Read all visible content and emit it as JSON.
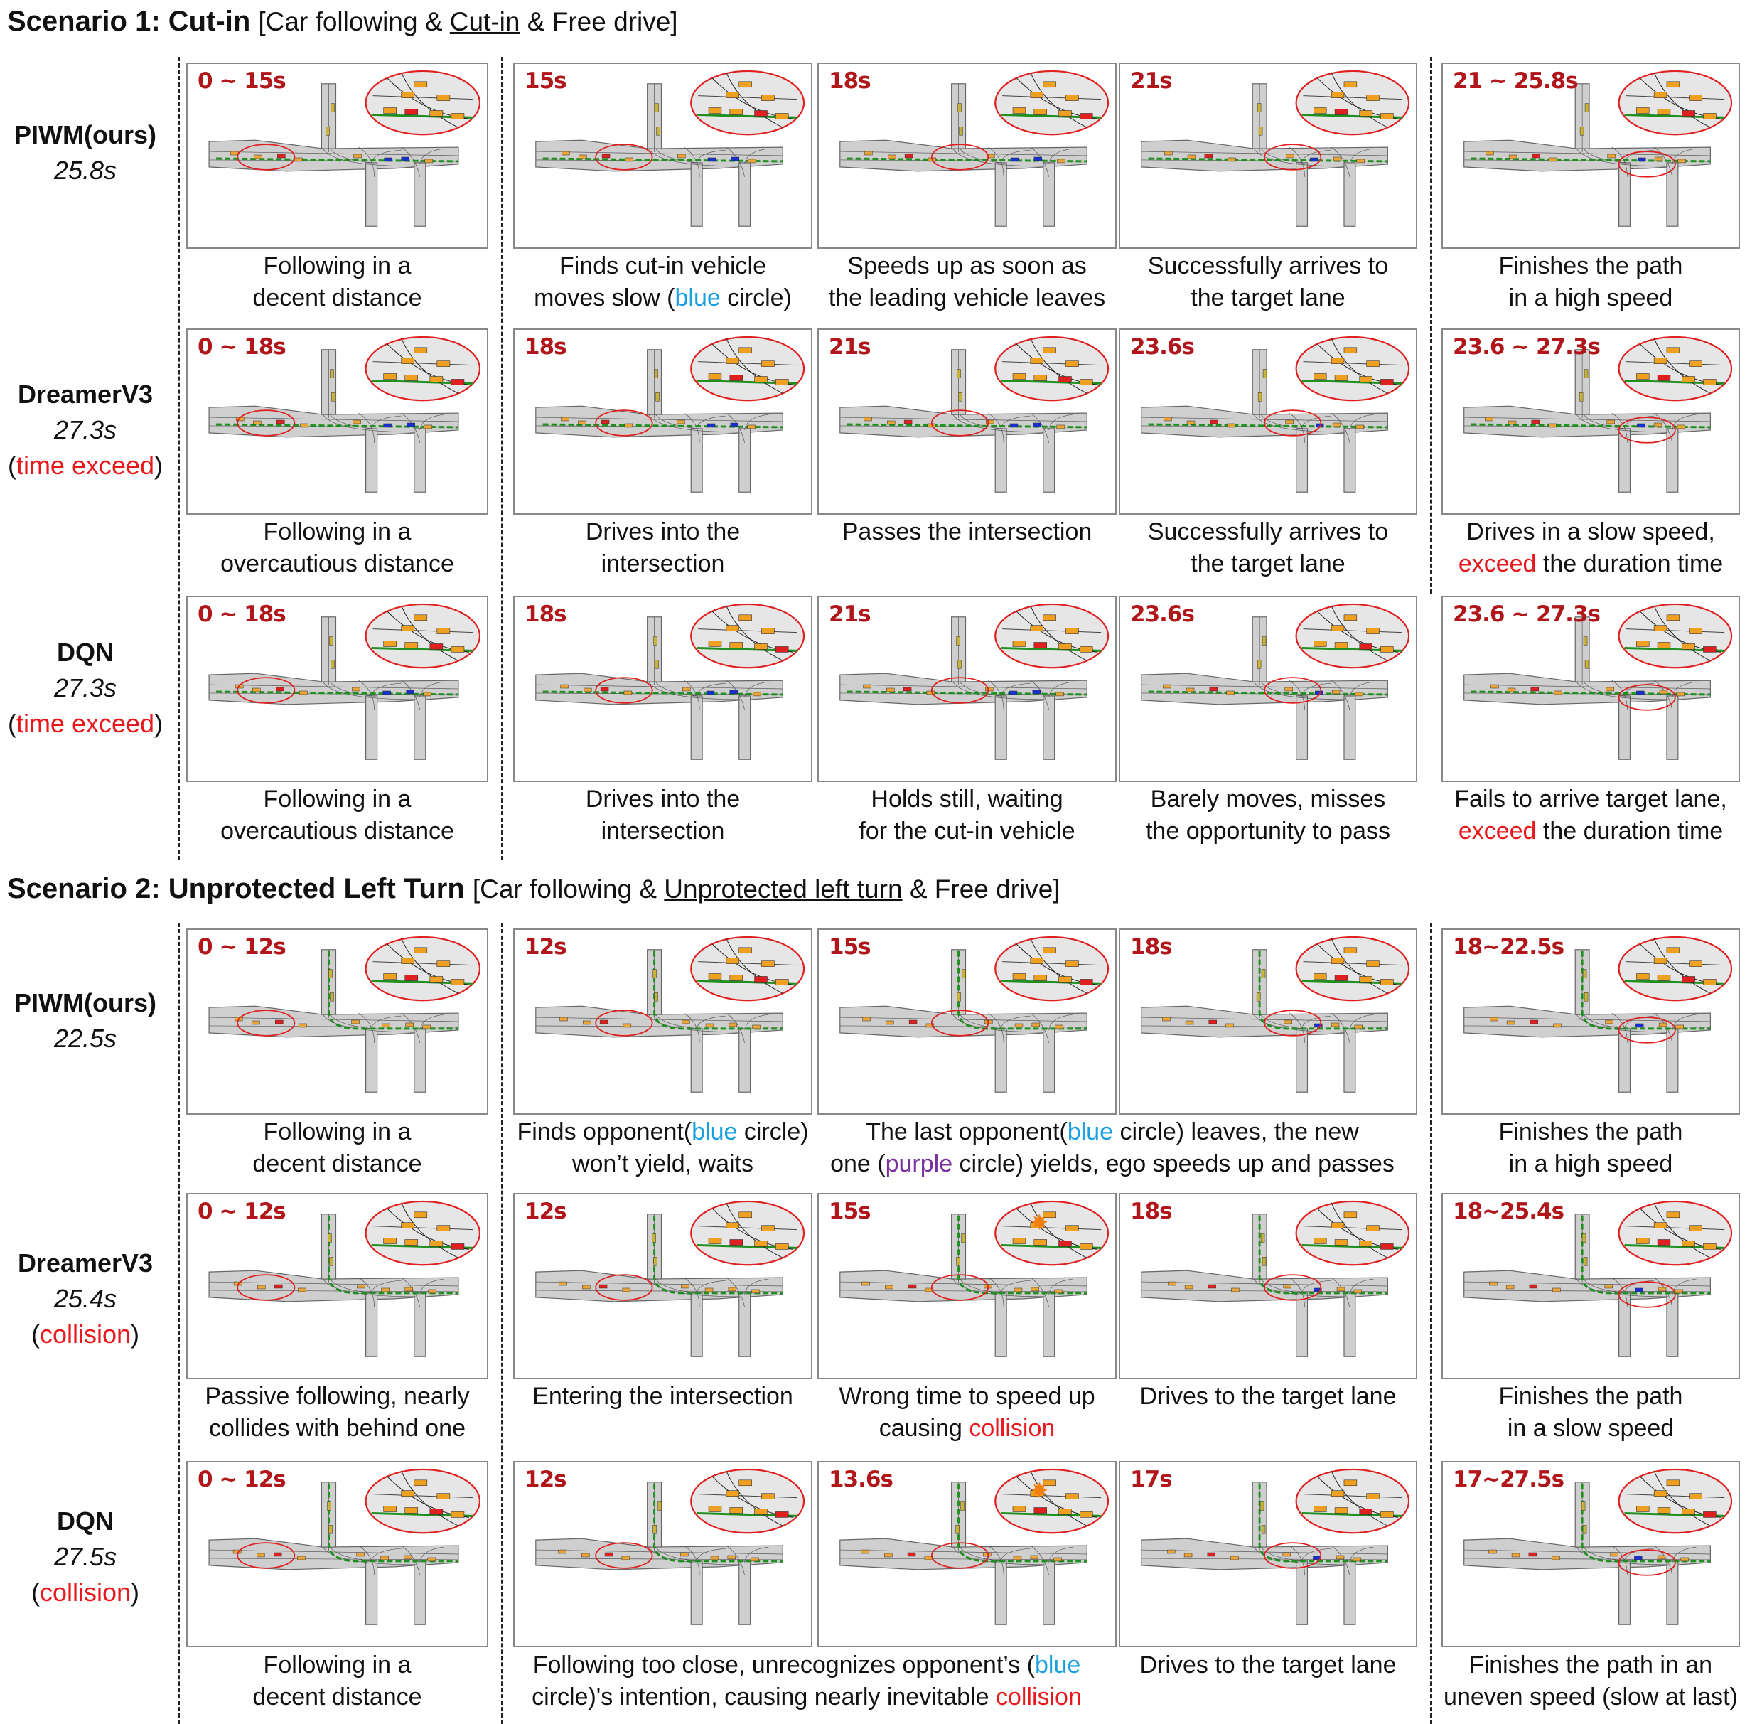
{
  "colors": {
    "accent_red": "#e8181d",
    "label_red": "#b0161a",
    "blue": "#1aa0e0",
    "purple": "#7a2f9f",
    "ego": "#e02020",
    "lane_green": "#1f8f1f"
  },
  "icons": {
    "collision": "explosion-icon",
    "highlight_circle": "ellipse-icon"
  },
  "scenario1": {
    "title": "Scenario 1: Cut-in",
    "subtitle_prefix": "[Car following & ",
    "subtitle_underlined": "Cut-in",
    "subtitle_suffix": " & Free drive]",
    "rows": [
      {
        "method": "PIWM(ours)",
        "time": "25.8s",
        "note_open": "",
        "note": "",
        "note_close": "",
        "panels": [
          {
            "label": "0 ~ 15s",
            "cap1": "Following in a",
            "cap2": "decent distance"
          },
          {
            "label": "15s",
            "cap1": "Finds cut-in vehicle",
            "cap2a": "moves slow (",
            "cap2b": "blue",
            "cap2c": " circle)"
          },
          {
            "label": "18s",
            "cap1": "Speeds up as soon as",
            "cap2": "the leading vehicle leaves"
          },
          {
            "label": "21s",
            "cap1": "Successfully arrives to",
            "cap2": "the target lane"
          },
          {
            "label": "21 ~ 25.8s",
            "cap1": "Finishes the path",
            "cap2": "in a high speed"
          }
        ]
      },
      {
        "method": "DreamerV3",
        "time": "27.3s",
        "note_open": "(",
        "note": "time exceed",
        "note_close": ")",
        "panels": [
          {
            "label": "0 ~ 18s",
            "cap1": "Following in a",
            "cap2": "overcautious distance"
          },
          {
            "label": "18s",
            "cap1": "Drives into the",
            "cap2": "intersection"
          },
          {
            "label": "21s",
            "cap1": "Passes the intersection",
            "cap2": ""
          },
          {
            "label": "23.6s",
            "cap1": "Successfully arrives to",
            "cap2": "the target lane"
          },
          {
            "label": "23.6 ~ 27.3s",
            "cap1": "Drives in a slow speed,",
            "cap2a": "exceed",
            "cap2b": " the duration time"
          }
        ]
      },
      {
        "method": "DQN",
        "time": "27.3s",
        "note_open": "(",
        "note": "time exceed",
        "note_close": ")",
        "panels": [
          {
            "label": "0 ~ 18s",
            "cap1": "Following in a",
            "cap2": "overcautious distance"
          },
          {
            "label": "18s",
            "cap1": "Drives into the",
            "cap2": "intersection"
          },
          {
            "label": "21s",
            "cap1": "Holds still, waiting",
            "cap2": "for the cut-in vehicle"
          },
          {
            "label": "23.6s",
            "cap1": "Barely moves, misses",
            "cap2": "the opportunity to pass"
          },
          {
            "label": "23.6 ~ 27.3s",
            "cap1": "Fails to arrive target lane,",
            "cap2a": "exceed",
            "cap2b": " the duration time"
          }
        ]
      }
    ]
  },
  "scenario2": {
    "title": "Scenario 2: Unprotected Left Turn",
    "subtitle_prefix": "[Car following & ",
    "subtitle_underlined": "Unprotected left turn",
    "subtitle_suffix": " & Free drive]",
    "rows": [
      {
        "method": "PIWM(ours)",
        "time": "22.5s",
        "note_open": "",
        "note": "",
        "note_close": "",
        "panels": [
          {
            "label": "0 ~ 12s",
            "cap1": "Following in a",
            "cap2": "decent distance"
          },
          {
            "label": "12s",
            "cap1a": "Finds opponent(",
            "cap1b": "blue",
            "cap1c": " circle)",
            "cap2": "won’t yield, waits"
          },
          {
            "label": "15s"
          },
          {
            "label": "18s"
          },
          {
            "label": "18~22.5s",
            "cap1": "Finishes the path",
            "cap2": "in a high speed"
          }
        ],
        "wide_caption": {
          "l1a": "The last opponent(",
          "l1b": "blue",
          "l1c": " circle) leaves,  the new",
          "l2a": "one (",
          "l2b": "purple",
          "l2c": " circle) yields, ego speeds up and passes"
        }
      },
      {
        "method": "DreamerV3",
        "time": "25.4s",
        "note_open": "(",
        "note": "collision",
        "note_close": ")",
        "panels": [
          {
            "label": "0 ~ 12s",
            "cap1": "Passive following, nearly",
            "cap2": "collides with behind one"
          },
          {
            "label": "12s",
            "cap1": "Entering the intersection",
            "cap2": ""
          },
          {
            "label": "15s",
            "cap1": "Wrong time to speed up",
            "cap2a": "causing ",
            "cap2b": "collision"
          },
          {
            "label": "18s",
            "cap1": "Drives to the target lane",
            "cap2": ""
          },
          {
            "label": "18~25.4s",
            "cap1": "Finishes the path",
            "cap2": "in a slow speed"
          }
        ]
      },
      {
        "method": "DQN",
        "time": "27.5s",
        "note_open": "(",
        "note": "collision",
        "note_close": ")",
        "panels": [
          {
            "label": "0 ~ 12s",
            "cap1": "Following in a",
            "cap2": "decent distance"
          },
          {
            "label": "12s"
          },
          {
            "label": "13.6s"
          },
          {
            "label": "17s",
            "cap1": "Drives to the target lane",
            "cap2": ""
          },
          {
            "label": "17~27.5s",
            "cap1": "Finishes the path in an",
            "cap2": "uneven speed (slow at last)"
          }
        ],
        "wide_caption": {
          "l1a": "Following too close, unrecognizes opponent’s (",
          "l1b": "blue",
          "l1c": "",
          "l2a": "circle)'s intention, causing nearly inevitable ",
          "l2b": "collision",
          "l2c": ""
        }
      }
    ]
  }
}
